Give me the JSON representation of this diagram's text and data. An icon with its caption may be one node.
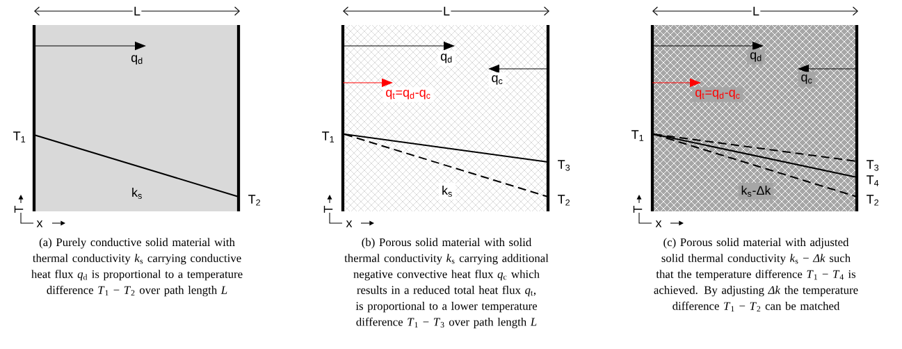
{
  "diagram": {
    "labels": [
      "L",
      "q$_{d}$",
      "T$_{1}$",
      "k$_{s}$",
      "T$_{2}$",
      "T",
      "x",
      "(a) Purely conductive solid material with thermal conductivity *k*$_{s}$ carrying conductive heat flux *q*$_{d}$ is proportional to a temperature difference *T*$_{1}$ − *T*$_{2}$ over path length *L*",
      "L",
      "q$_{d}$",
      "q$_{c}$",
      "q$_{t}$=q$_{d}$-q$_{c}$",
      "T$_{1}$",
      "T$_{3}$",
      "k$_{s}$",
      "T$_{2}$",
      "T",
      "x",
      "(b) Porous solid material with solid thermal conductivity *k*$_{s}$ carrying additional negative convective heat flux *q*$_{c}$ which results in a reduced total heat flux *q*$_{t}$, is proportional to a lower temperature difference *T*$_{1}$ − *T*$_{3}$ over path length *L*",
      "L",
      "q$_{d}$",
      "q$_{c}$",
      "q$_{t}$=q$_{d}$-q$_{c}$",
      "T$_{1}$",
      "T$_{3}$",
      "T$_{4}$",
      "k$_{s}$-Δk",
      "T$_{2}$",
      "T",
      "x",
      "(c) Porous solid material with adjusted solid thermal conductivity *k*$_{s}$ − *Δk* such that the temperature difference *T*$_{1}$ − *T*$_{4}$ is achieved. By adjusting *Δk* the temperature difference *T*$_{1}$ − *T*$_{2}$ can be matched"
    ]
  }
}
